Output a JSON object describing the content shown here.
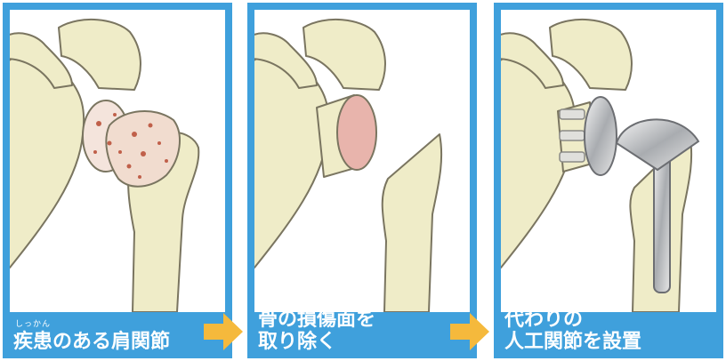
{
  "steps": [
    {
      "caption_ruby_base": "疾患",
      "caption_ruby_reading": "しっかん",
      "caption_rest": "のある肩関節"
    },
    {
      "caption_line1": "骨の損傷面を",
      "caption_line2": "取り除く"
    },
    {
      "caption_line1": "代わりの",
      "caption_line2": "人工関節を設置"
    }
  ],
  "colors": {
    "panel_border": "#3fa0dc",
    "bone": "#efecc8",
    "bone_outline": "#7a7560",
    "damage": "#c0604a",
    "cut_surface": "#e8b4ac",
    "arrow": "#f5b93c"
  },
  "icons": [
    "arrow-right-icon"
  ]
}
